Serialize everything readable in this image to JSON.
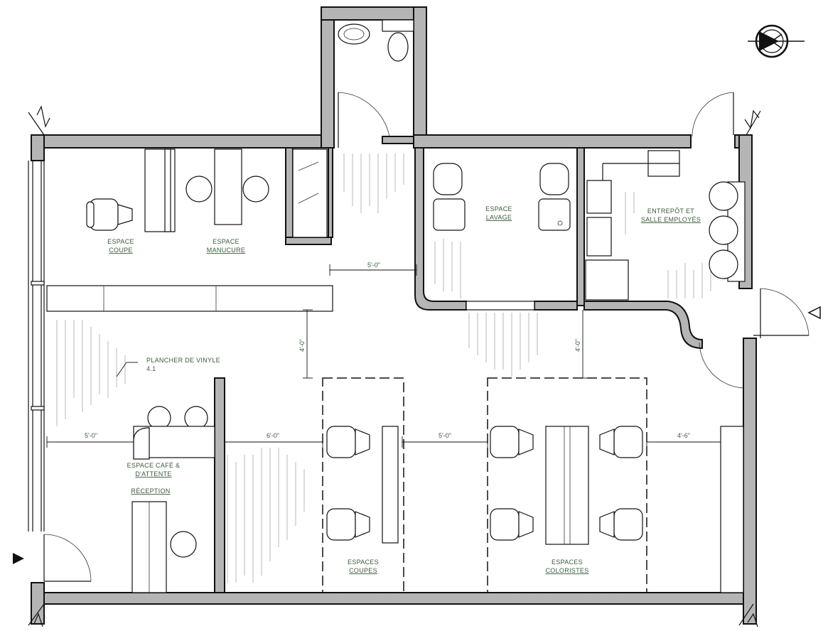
{
  "labels": {
    "espace_coupe": [
      "ESPACE",
      "COUPE"
    ],
    "espace_manucure": [
      "ESPACE",
      "MANUCURE"
    ],
    "espace_lavage": [
      "ESPACE",
      "LAVAGE"
    ],
    "entrepot": [
      "ENTREPÔT ET",
      "SALLE EMPLOYÉS"
    ],
    "plancher": [
      "PLANCHER DE VINYLE",
      "4.1"
    ],
    "espace_cafe": [
      "ESPACE CAFÉ &",
      "D'ATTENTE"
    ],
    "reception": "RÉCEPTION",
    "espaces_coupes": [
      "ESPACES",
      "COUPES"
    ],
    "espaces_coloristes": [
      "ESPACES",
      "COLORISTES"
    ]
  },
  "dimensions": {
    "d_top_5": "5'-0\"",
    "d_vert_left_4": "4'-0\"",
    "d_vert_right_4": "4'-0\"",
    "d_row_5a": "5'-0\"",
    "d_row_6": "6'-0\"",
    "d_row_5b": "5'-0\"",
    "d_row_4_6": "4'-6\""
  },
  "icons": {
    "north_arrow": "north-arrow-icon",
    "entry_marker": "entry-triangle-icon",
    "side_marker": "side-entry-triangle-icon"
  },
  "colors": {
    "wall_fill": "#b5b5b5",
    "line": "#111111",
    "label_text": "#3a5a3a"
  }
}
